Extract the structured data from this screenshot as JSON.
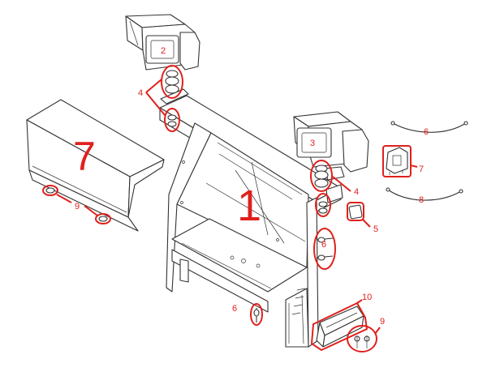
{
  "labels": {
    "frame": "1",
    "lamp_top": "2",
    "lamp_right": "3",
    "mount_top": "4",
    "mount_right": "4",
    "pad": "5",
    "bolts_mid": "6",
    "bolt_bottom": "6",
    "cable_top": "6",
    "cover": "7",
    "relay": "7",
    "cable_bottom": "8",
    "cover_fasteners": "9",
    "bracket_fasteners": "9",
    "bracket": "10"
  },
  "colors": {
    "line": "#333333",
    "callout": "#e0201c"
  }
}
